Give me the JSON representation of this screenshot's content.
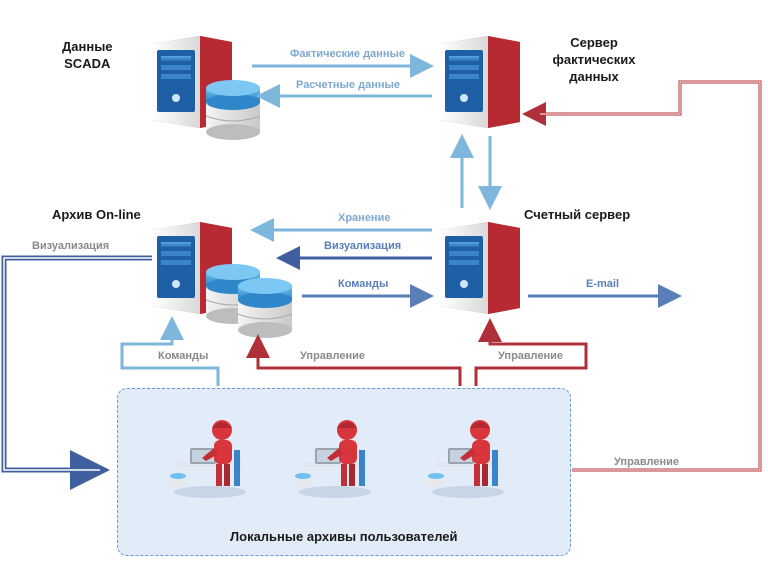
{
  "nodes": {
    "scada": {
      "label_line1": "Данные",
      "label_line2": "SCADA"
    },
    "fact_server": {
      "label_line1": "Сервер",
      "label_line2": "фактических",
      "label_line3": "данных"
    },
    "archive": {
      "label": "Архив On-line"
    },
    "calc_server": {
      "label": "Счетный сервер"
    },
    "users": {
      "label": "Локальные архивы пользователей"
    }
  },
  "edges": {
    "fact_data": "Фактические данные",
    "calc_data": "Расчетные данные",
    "storage": "Хранение",
    "visualization_calc": "Визуализация",
    "commands_to_calc": "Команды",
    "email": "E-mail",
    "visualization_archive": "Визуализация",
    "commands_users": "Команды",
    "control_archive": "Управление",
    "control_calc": "Управление",
    "control_fact": "Управление"
  },
  "colors": {
    "red": "#b0303a",
    "blue_dark": "#3f5f9f",
    "blue_light": "#7fb6dc",
    "box_fill": "#e2ecf8",
    "box_border": "#6a9ad0"
  }
}
